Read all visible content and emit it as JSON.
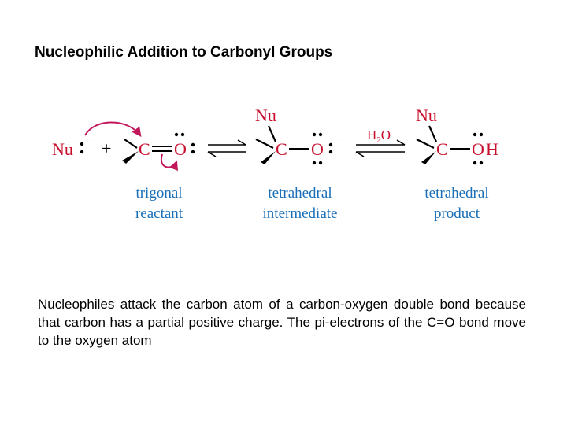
{
  "title": "Nucleophilic Addition to Carbonyl Groups",
  "scheme": {
    "nucleophile": "Nu",
    "nucleophile_charge": "−",
    "plus": "+",
    "carbon": "C",
    "oxygen": "O",
    "negative_charge": "−",
    "hydrogen": "H",
    "reagent": "H",
    "reagent_subscript": "2",
    "reagent_tail": "O",
    "labels": {
      "reactant_line1": "trigonal",
      "reactant_line2": "reactant",
      "intermediate_line1": "tetrahedral",
      "intermediate_line2": "intermediate",
      "product_line1": "tetrahedral",
      "product_line2": "product"
    }
  },
  "description": "Nucleophiles attack the carbon atom of a carbon-oxygen double bond because that carbon has a partial positive charge. The pi-electrons of the C=O bond move to the oxygen atom",
  "colors": {
    "atom_text": "#c8102e",
    "curved_arrow": "#c2185b",
    "label_text": "#1a6fb8",
    "bond": "#000000"
  }
}
